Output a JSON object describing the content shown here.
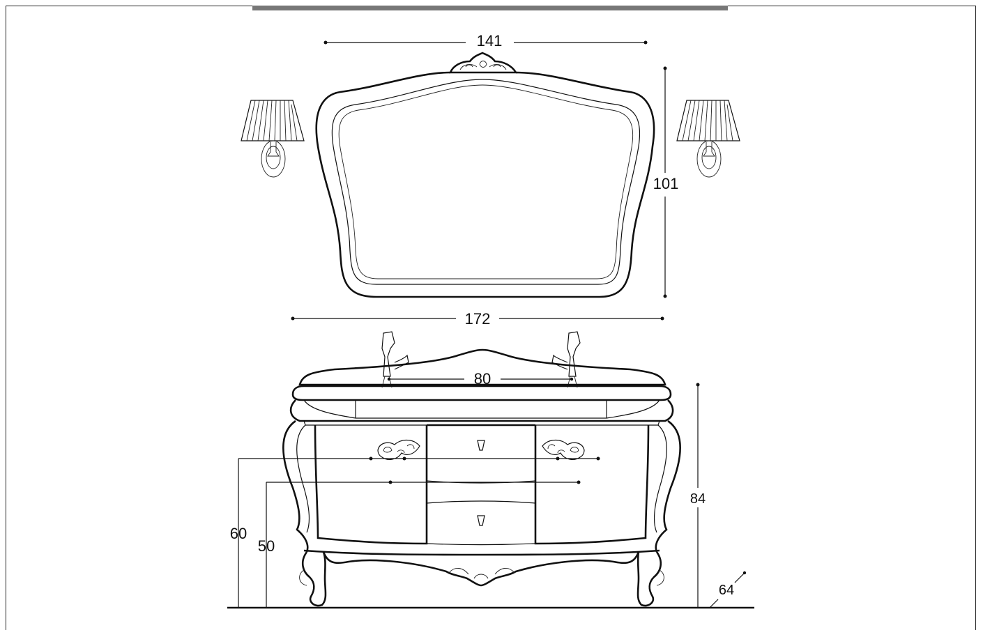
{
  "diagram": {
    "dimensions": {
      "mirror_width": "141",
      "mirror_height": "101",
      "cabinet_width": "172",
      "basin_spacing": "80",
      "total_height": "84",
      "depth": "64",
      "handle_height_upper": "60",
      "handle_height_lower": "50"
    },
    "colors": {
      "line": "#111111",
      "top_bar": "#777777",
      "background": "#ffffff"
    }
  }
}
